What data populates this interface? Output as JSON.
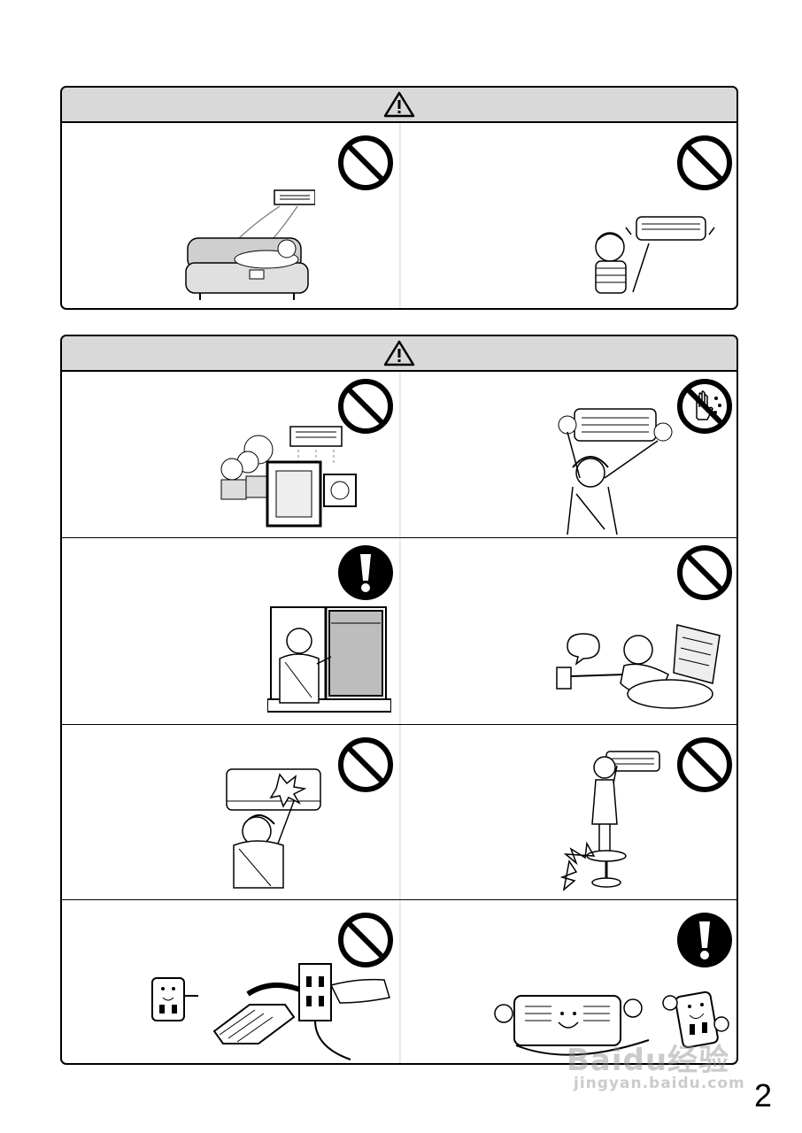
{
  "page": {
    "number": "2"
  },
  "watermark": {
    "logo": "Baidu经验",
    "url": "jingyan.baidu.com"
  },
  "panels": [
    {
      "header_icon": "warning-triangle-icon",
      "cells": [
        {
          "symbol": "prohibition-icon",
          "illustration": "person-lying-on-sofa-under-ac-airflow"
        },
        {
          "symbol": "prohibition-icon",
          "illustration": "child-poking-ac-unit-with-stick"
        }
      ]
    },
    {
      "header_icon": "warning-triangle-icon",
      "cells": [
        {
          "symbol": "prohibition-icon",
          "illustration": "ac-blowing-on-plants-and-picture"
        },
        {
          "symbol": "no-wet-hands-icon",
          "illustration": "person-touching-ac-unit-with-hands"
        },
        {
          "symbol": "mandatory-action-icon",
          "illustration": "person-opening-window"
        },
        {
          "symbol": "prohibition-icon",
          "illustration": "person-pulling-power-cord"
        },
        {
          "symbol": "prohibition-icon",
          "illustration": "person-hitting-ac-unit"
        },
        {
          "symbol": "prohibition-icon",
          "illustration": "person-on-unstable-stool"
        },
        {
          "symbol": "prohibition-icon",
          "illustration": "extension-cord-and-plug"
        },
        {
          "symbol": "mandatory-action-icon",
          "illustration": "ac-unit-and-dedicated-outlet"
        }
      ]
    }
  ]
}
